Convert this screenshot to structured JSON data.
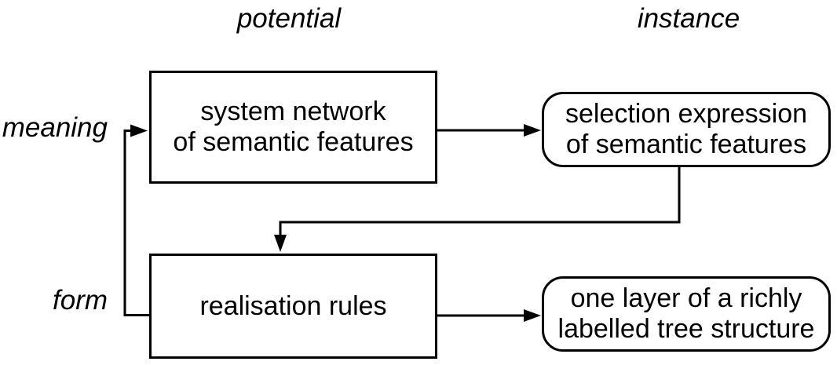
{
  "headers": {
    "potential": "potential",
    "instance": "instance"
  },
  "row_labels": {
    "meaning": "meaning",
    "form": "form"
  },
  "boxes": {
    "system_network": {
      "shape": "rectangle",
      "line1": "system network",
      "line2": "of semantic features"
    },
    "selection_expression": {
      "shape": "rounded",
      "line1": "selection expression",
      "line2": "of semantic features"
    },
    "realisation_rules": {
      "shape": "rectangle",
      "line1": "realisation rules"
    },
    "one_layer": {
      "shape": "rounded",
      "line1": "one layer of a richly",
      "line2": "labelled tree structure"
    }
  },
  "arrows": [
    {
      "name": "system-network-to-selection-expression",
      "from": "system network of semantic features",
      "to": "selection expression of semantic features"
    },
    {
      "name": "selection-expression-to-realisation-rules",
      "from": "selection expression of semantic features",
      "to": "realisation rules"
    },
    {
      "name": "realisation-rules-to-one-layer",
      "from": "realisation rules",
      "to": "one layer of a richly labelled tree structure"
    },
    {
      "name": "realisation-rules-to-system-network",
      "from": "realisation rules",
      "to": "system network of semantic features"
    }
  ],
  "colors": {
    "line": "#000000",
    "text": "#000000",
    "background": "#ffffff"
  }
}
